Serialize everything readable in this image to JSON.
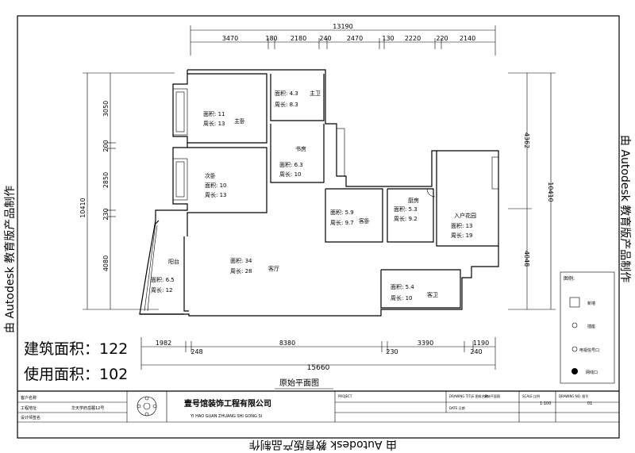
{
  "banners": {
    "left": "由 Autodesk 教育版产品制作",
    "right": "由 Autodesk 教育版产品制作",
    "bottom": "由 Autodesk 教育版产品制作"
  },
  "plan_title": "原始平面图",
  "area_summary": {
    "building": "建筑面积：122",
    "usable": "使用面积：102"
  },
  "dims_top": {
    "total": "13190",
    "segments": [
      "3470",
      "180",
      "2180",
      "240",
      "2470",
      "130",
      "2220",
      "220",
      "2140"
    ]
  },
  "dims_bottom": {
    "total": "15660",
    "segments": [
      "1982",
      "248",
      "8380",
      "230",
      "3390",
      "1190",
      "240"
    ]
  },
  "dims_left": {
    "total": "10410",
    "segments": [
      "3050",
      "200",
      "2850",
      "230",
      "4080"
    ]
  },
  "dims_right": {
    "total": "10410",
    "segments": [
      "4362",
      "4048"
    ]
  },
  "rooms": [
    {
      "name": "主卧",
      "area": "面积: 11",
      "perimeter": "周长: 13"
    },
    {
      "name": "主卫",
      "area": "面积: 4.3",
      "perimeter": "周长: 8.3"
    },
    {
      "name": "书房",
      "area": "面积: 6.3",
      "perimeter": "周长: 10"
    },
    {
      "name": "次卧",
      "area": "面积: 10",
      "perimeter": "周长: 13"
    },
    {
      "name": "客卧",
      "area": "面积: 5.9",
      "perimeter": "周长: 9.7"
    },
    {
      "name": "厨房",
      "area": "面积: 5.3",
      "perimeter": "周长: 9.2"
    },
    {
      "name": "入户花园",
      "area": "面积: 13",
      "perimeter": "周长: 19"
    },
    {
      "name": "客厅",
      "area": "面积: 34",
      "perimeter": "周长: 28"
    },
    {
      "name": "阳台",
      "area": "面积: 6.5",
      "perimeter": "周长: 12"
    },
    {
      "name": "客卫",
      "area": "面积: 5.4",
      "perimeter": "周长: 10"
    }
  ],
  "legend": {
    "title": "图例:",
    "items": [
      "新墙",
      "插座",
      "电视信号口",
      "网线口"
    ]
  },
  "title_block": {
    "company_cn": "壹号馆装饰工程有限公司",
    "company_en": "YI HAO GUAN ZHUANG SHI GONG SI",
    "left_rows": [
      "客户名称",
      "工程地址",
      "设计师签名"
    ],
    "left_values": [
      "",
      "华天学府岳麓12号",
      ""
    ],
    "right_labels": [
      "PROJECT",
      "DRAWING TITLE 图纸名称",
      "SCALE 比例",
      "DATE 日期",
      "DRAWING NO. 图号"
    ],
    "right_values": [
      "",
      "原始平面图",
      "1:100",
      "",
      "01"
    ]
  }
}
